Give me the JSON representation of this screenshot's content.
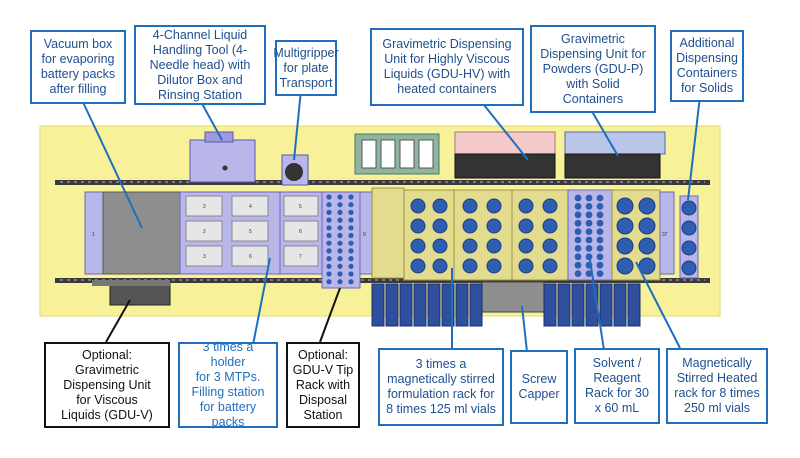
{
  "colors": {
    "callout_border": "#1f6fbf",
    "callout_text": "#1f4f8f",
    "optional_border": "#111111",
    "deck_yellow": "#f7f29a",
    "module_olive": "#e3dc8e",
    "module_lavender": "#b9b6ea",
    "vial_blue": "#2f5db0",
    "rail_dark": "#222222",
    "capper_gray": "#8e8e8e"
  },
  "callouts": {
    "vacuum_box": "Vacuum box\nfor evaporing\nbattery packs\nafter filling",
    "liquid_tool": "4-Channel Liquid\nHandling Tool (4-\nNeedle head) with\nDilutor Box and\nRinsing Station",
    "multigripper": "Multigripper\nfor plate\nTransport",
    "gdu_hv": "Gravimetric Dispensing\nUnit for Highly Viscous\nLiquids (GDU-HV) with\nheated containers",
    "gdu_p": "Gravimetric\nDispensing Unit for\nPowders (GDU-P)\nwith Solid\nContainers",
    "solid_containers": "Additional\nDispensing\nContainers\nfor Solids",
    "gdu_v": "Optional:\nGravimetric\nDispensing Unit\nfor Viscous\nLiquids (GDU-V)",
    "mtp_holder": "3 times a holder\nfor 3 MTPs.\nFilling station\nfor battery\npacks",
    "tip_rack": "Optional:\nGDU-V Tip\nRack with\nDisposal\nStation",
    "formulation_rack": "3 times a\nmagnetically stirred\nformulation rack for\n8 times 125 ml vials",
    "screw_capper": "Screw\nCapper",
    "solvent_rack": "Solvent /\nReagent\nRack for 30\nx 60 mL",
    "heated_rack": "Magnetically\nStirred Heated\nrack for 8 times\n250 ml vials"
  },
  "deck_labels": {
    "left_end": "1",
    "mtp_slots": [
      "2",
      "2",
      "3",
      "4",
      "5",
      "6",
      "5",
      "6",
      "7"
    ],
    "tip_rack_marker": "9",
    "solvent_marker": "37",
    "right_end": "37"
  },
  "icons": [
    "vial-icon",
    "capper-icon",
    "gripper-icon"
  ]
}
